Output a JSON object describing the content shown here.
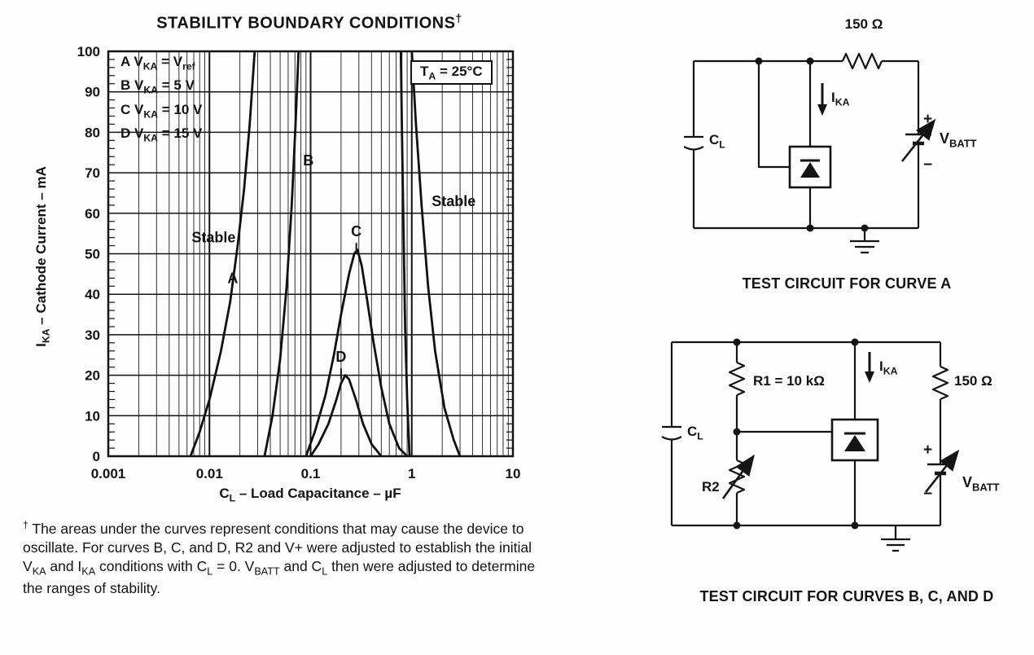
{
  "chart": {
    "title": "STABILITY BOUNDARY CONDITIONS^{†}",
    "legend": [
      "A  V_{KA} = V_{ref}",
      "B  V_{KA} = 5 V",
      "C  V_{KA} = 10 V",
      "D  V_{KA} = 15 V"
    ],
    "condition": "T_{A} = 25°C",
    "ylabel": "I_{KA} – Cathode Current – mA",
    "xlabel": "C_{L} – Load Capacitance – µF"
  },
  "chart_data": {
    "type": "line",
    "title": "STABILITY BOUNDARY CONDITIONS",
    "condition": "TA = 25°C",
    "x_axis": {
      "label": "CL – Load Capacitance – µF",
      "scale": "log",
      "min": 0.001,
      "max": 10,
      "ticks": [
        0.001,
        0.01,
        0.1,
        1,
        10
      ],
      "tick_labels": [
        "0.001",
        "0.01",
        "0.1",
        "1",
        "10"
      ]
    },
    "y_axis": {
      "label": "IKA – Cathode Current – mA",
      "scale": "linear",
      "min": 0,
      "max": 100,
      "tick_step": 10
    },
    "grid": true,
    "legend_position": "top-left-inside",
    "series": [
      {
        "name": "A",
        "label": "VKA = Vref",
        "segments": [
          [
            [
              0.0065,
              0
            ],
            [
              0.008,
              6
            ],
            [
              0.01,
              14
            ],
            [
              0.013,
              26
            ],
            [
              0.016,
              38
            ],
            [
              0.019,
              52
            ],
            [
              0.022,
              66
            ],
            [
              0.025,
              82
            ],
            [
              0.028,
              100
            ]
          ],
          [
            [
              1.0,
              100
            ],
            [
              1.1,
              82
            ],
            [
              1.25,
              62
            ],
            [
              1.45,
              42
            ],
            [
              1.7,
              26
            ],
            [
              2.1,
              12
            ],
            [
              2.6,
              4
            ],
            [
              3.0,
              0
            ]
          ]
        ]
      },
      {
        "name": "B",
        "label": "VKA = 5 V",
        "segments": [
          [
            [
              0.035,
              0
            ],
            [
              0.042,
              10
            ],
            [
              0.05,
              24
            ],
            [
              0.058,
              42
            ],
            [
              0.065,
              62
            ],
            [
              0.071,
              82
            ],
            [
              0.076,
              100
            ]
          ],
          [
            [
              0.78,
              100
            ],
            [
              0.8,
              80
            ],
            [
              0.83,
              55
            ],
            [
              0.86,
              32
            ],
            [
              0.9,
              14
            ],
            [
              0.95,
              0
            ]
          ]
        ]
      },
      {
        "name": "C",
        "label": "VKA = 10 V",
        "segments": [
          [
            [
              0.09,
              0
            ],
            [
              0.11,
              6
            ],
            [
              0.14,
              15
            ],
            [
              0.17,
              25
            ],
            [
              0.2,
              35
            ],
            [
              0.24,
              45
            ],
            [
              0.27,
              50
            ],
            [
              0.29,
              51
            ],
            [
              0.32,
              47
            ],
            [
              0.36,
              39
            ],
            [
              0.42,
              28
            ],
            [
              0.5,
              17
            ],
            [
              0.6,
              8
            ],
            [
              0.75,
              2
            ],
            [
              0.9,
              0
            ]
          ]
        ]
      },
      {
        "name": "D",
        "label": "VKA = 15 V",
        "segments": [
          [
            [
              0.1,
              0
            ],
            [
              0.12,
              3
            ],
            [
              0.15,
              8
            ],
            [
              0.18,
              14
            ],
            [
              0.2,
              18
            ],
            [
              0.22,
              20
            ],
            [
              0.24,
              19
            ],
            [
              0.28,
              14
            ],
            [
              0.33,
              8
            ],
            [
              0.4,
              3
            ],
            [
              0.5,
              0
            ]
          ]
        ]
      }
    ],
    "annotations": [
      {
        "text": "Stable",
        "x": 0.011,
        "y": 54,
        "tick": false
      },
      {
        "text": "Stable",
        "x": 2.6,
        "y": 63,
        "tick": false
      },
      {
        "text": "A",
        "x": 0.017,
        "y": 44,
        "tick": false
      },
      {
        "text": "B",
        "x": 0.095,
        "y": 73,
        "tick": false
      },
      {
        "text": "C",
        "x": 0.283,
        "y": 55.5,
        "tick": true
      },
      {
        "text": "D",
        "x": 0.2,
        "y": 24.5,
        "tick": true
      }
    ]
  },
  "footnote": {
    "text": "^{†} The areas under the curves represent conditions that may cause the device to oscillate. For curves B, C, and D, R2 and V+ were adjusted to establish the initial V_{KA} and I_{KA} conditions with C_{L} = 0. V_{BATT} and C_{L} then were adjusted to determine the ranges of stability."
  },
  "circuit_a": {
    "caption": "TEST CIRCUIT FOR CURVE A",
    "r_top": "150 Ω",
    "ika": "I_{KA}",
    "cl": "C_{L}",
    "vbatt": "V_{BATT}",
    "plus": "+",
    "minus": "−"
  },
  "circuit_b": {
    "caption": "TEST CIRCUIT FOR CURVES B, C, AND D",
    "r1": "R1 = 10 kΩ",
    "r2": "R2",
    "r_right": "150 Ω",
    "ika": "I_{KA}",
    "cl": "C_{L}",
    "vbatt": "V_{BATT}",
    "plus": "+",
    "minus": "−"
  }
}
